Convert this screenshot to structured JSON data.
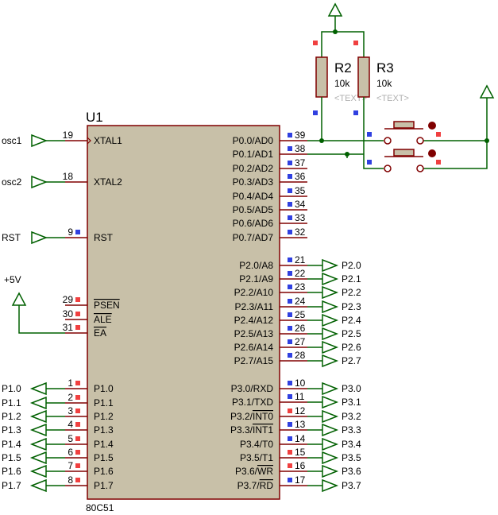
{
  "chip": {
    "ref": "U1",
    "part": "80C51",
    "colors": {
      "body_fill": "#c8c0a8",
      "body_stroke": "#800000",
      "wire": "#006000",
      "pin": "#800000",
      "marker_red": "#f04040",
      "marker_blue": "#3040e0",
      "text": "#000000",
      "gray_text": "#b0b0b0"
    },
    "left_pins": [
      {
        "num": "19",
        "name": "XTAL1",
        "net": "osc1",
        "marker": "none",
        "clock": true
      },
      {
        "num": "18",
        "name": "XTAL2",
        "net": "osc2",
        "marker": "none"
      },
      {
        "num": "9",
        "name": "RST",
        "net": "RST",
        "marker": "blue"
      },
      {
        "num": "29",
        "name": "PSEN",
        "net": "",
        "marker": "red",
        "overline": true
      },
      {
        "num": "30",
        "name": "ALE",
        "net": "",
        "marker": "red",
        "overline": true
      },
      {
        "num": "31",
        "name": "EA",
        "net": "",
        "marker": "red",
        "overline": true
      },
      {
        "num": "1",
        "name": "P1.0",
        "net": "P1.0",
        "marker": "red"
      },
      {
        "num": "2",
        "name": "P1.1",
        "net": "P1.1",
        "marker": "red"
      },
      {
        "num": "3",
        "name": "P1.2",
        "net": "P1.2",
        "marker": "red"
      },
      {
        "num": "4",
        "name": "P1.3",
        "net": "P1.3",
        "marker": "red"
      },
      {
        "num": "5",
        "name": "P1.4",
        "net": "P1.4",
        "marker": "red"
      },
      {
        "num": "6",
        "name": "P1.5",
        "net": "P1.5",
        "marker": "red"
      },
      {
        "num": "7",
        "name": "P1.6",
        "net": "P1.6",
        "marker": "red"
      },
      {
        "num": "8",
        "name": "P1.7",
        "net": "P1.7",
        "marker": "red"
      }
    ],
    "right_pins": [
      {
        "num": "39",
        "name": "P0.0/AD0",
        "net": "",
        "marker": "blue"
      },
      {
        "num": "38",
        "name": "P0.1/AD1",
        "net": "",
        "marker": "blue"
      },
      {
        "num": "37",
        "name": "P0.2/AD2",
        "net": "",
        "marker": "blue"
      },
      {
        "num": "36",
        "name": "P0.3/AD3",
        "net": "",
        "marker": "blue"
      },
      {
        "num": "35",
        "name": "P0.4/AD4",
        "net": "",
        "marker": "blue"
      },
      {
        "num": "34",
        "name": "P0.5/AD5",
        "net": "",
        "marker": "blue"
      },
      {
        "num": "33",
        "name": "P0.6/AD6",
        "net": "",
        "marker": "blue"
      },
      {
        "num": "32",
        "name": "P0.7/AD7",
        "net": "",
        "marker": "blue"
      },
      {
        "num": "21",
        "name": "P2.0/A8",
        "net": "P2.0",
        "marker": "blue"
      },
      {
        "num": "22",
        "name": "P2.1/A9",
        "net": "P2.1",
        "marker": "blue"
      },
      {
        "num": "23",
        "name": "P2.2/A10",
        "net": "P2.2",
        "marker": "blue"
      },
      {
        "num": "24",
        "name": "P2.3/A11",
        "net": "P2.3",
        "marker": "blue"
      },
      {
        "num": "25",
        "name": "P2.4/A12",
        "net": "P2.4",
        "marker": "blue"
      },
      {
        "num": "26",
        "name": "P2.5/A13",
        "net": "P2.5",
        "marker": "blue"
      },
      {
        "num": "27",
        "name": "P2.6/A14",
        "net": "P2.6",
        "marker": "blue"
      },
      {
        "num": "28",
        "name": "P2.7/A15",
        "net": "P2.7",
        "marker": "blue"
      },
      {
        "num": "10",
        "name": "P3.0/RXD",
        "net": "P3.0",
        "marker": "blue"
      },
      {
        "num": "11",
        "name": "P3.1/TXD",
        "net": "P3.1",
        "marker": "blue"
      },
      {
        "num": "12",
        "name": "P3.2/INT0",
        "net": "P3.2",
        "marker": "red",
        "overline_part": "INT0"
      },
      {
        "num": "13",
        "name": "P3.3/INT1",
        "net": "P3.3",
        "marker": "blue",
        "overline_part": "INT1"
      },
      {
        "num": "14",
        "name": "P3.4/T0",
        "net": "P3.4",
        "marker": "blue"
      },
      {
        "num": "15",
        "name": "P3.5/T1",
        "net": "P3.5",
        "marker": "red"
      },
      {
        "num": "16",
        "name": "P3.6/WR",
        "net": "P3.6",
        "marker": "red",
        "overline_part": "WR"
      },
      {
        "num": "17",
        "name": "P3.7/RD",
        "net": "P3.7",
        "marker": "blue",
        "overline_part": "RD"
      }
    ]
  },
  "power_label": "+5V",
  "resistors": [
    {
      "ref": "R2",
      "value": "10k",
      "text": "<TEXT>"
    },
    {
      "ref": "R3",
      "value": "10k",
      "text": "<TEXT>"
    }
  ]
}
